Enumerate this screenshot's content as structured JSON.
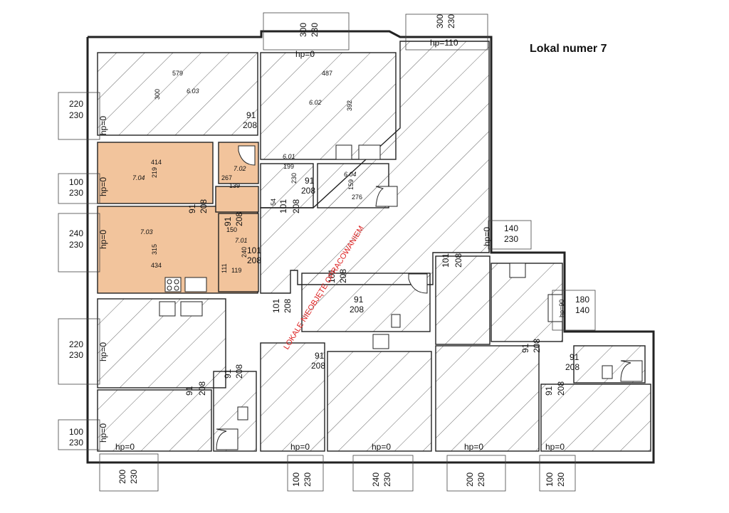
{
  "title": "Lokal numer 7",
  "stamp": "LOKALE NIEOBJĘTE OPRACOWANIEM",
  "colors": {
    "highlight": "#f2c49c",
    "wall": "#222222",
    "hatch": "#555555",
    "background": "#ffffff"
  },
  "rooms": {
    "r603": "6.03",
    "r602": "6.02",
    "r601": "6.01",
    "r604": "6.04",
    "r704": "7.04",
    "r703": "7.03",
    "r702": "7.02",
    "r701": "7.01"
  },
  "room_dimensions": {
    "d579": "579",
    "d300": "300",
    "d487": "487",
    "d392": "392",
    "d414": "414",
    "d219": "219",
    "d267": "267",
    "d139": "139",
    "d199": "199",
    "d230": "230",
    "d159": "159",
    "d276": "276",
    "d54": "54",
    "d150": "150",
    "d240": "240",
    "d315": "315",
    "d434": "434",
    "d111": "111",
    "d119": "119"
  },
  "windows": {
    "top1": {
      "w": "300",
      "h": "230",
      "hp": "hp=0"
    },
    "top2": {
      "w": "300",
      "h": "230",
      "hp": "hp=110"
    },
    "left1": {
      "w": "220",
      "h": "230",
      "hp": "hp=0"
    },
    "left2": {
      "w": "100",
      "h": "230",
      "hp": "hp=0"
    },
    "left3": {
      "w": "240",
      "h": "230",
      "hp": "hp=0"
    },
    "left4": {
      "w": "220",
      "h": "230",
      "hp": "hp=0"
    },
    "left5": {
      "w": "100",
      "h": "230",
      "hp": "hp=0"
    },
    "right1": {
      "w": "140",
      "h": "230",
      "hp": "hp=0"
    },
    "right2": {
      "w": "180",
      "h": "140",
      "hp": "hp=90"
    },
    "bot1": {
      "w": "200",
      "h": "230",
      "hp": "hp=0"
    },
    "bot2": {
      "w": "100",
      "h": "230",
      "hp": "hp=0"
    },
    "bot3": {
      "w": "240",
      "h": "230",
      "hp": "hp=0"
    },
    "bot4": {
      "w": "200",
      "h": "230",
      "hp": "hp=0"
    },
    "bot5": {
      "w": "100",
      "h": "230",
      "hp": "hp=0"
    }
  },
  "doors": {
    "door_91": "91",
    "door_101": "101",
    "door_208": "208"
  },
  "icons": [
    "sink-icon",
    "stove-icon",
    "toilet-icon",
    "shower-icon"
  ]
}
